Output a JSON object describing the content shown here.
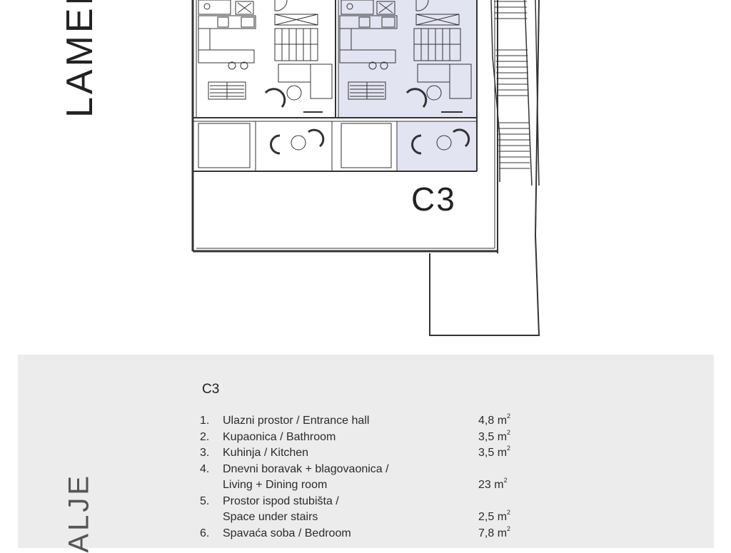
{
  "sheet": {
    "vertical_label_top": "LAMEL",
    "vertical_label_bottom": "ALJE",
    "plan_unit_label": "C3",
    "highlight_color": "#e3e4f2",
    "legend_background": "#ececec"
  },
  "legend": {
    "unit_title": "C3",
    "area_unit": "m",
    "area_superscript": "2",
    "rooms": [
      {
        "num": "1.",
        "lines": [
          "Ulazni prostor / Entrance hall"
        ],
        "area": "4,8"
      },
      {
        "num": "2.",
        "lines": [
          "Kupaonica / Bathroom"
        ],
        "area": "3,5"
      },
      {
        "num": "3.",
        "lines": [
          "Kuhinja / Kitchen"
        ],
        "area": "3,5"
      },
      {
        "num": "4.",
        "lines": [
          "Dnevni boravak + blagovaonica /",
          "Living + Dining room"
        ],
        "area": "23"
      },
      {
        "num": "5.",
        "lines": [
          "Prostor ispod stubišta /",
          "Space under stairs"
        ],
        "area": "2,5"
      },
      {
        "num": "6.",
        "lines": [
          "Spavaća soba / Bedroom"
        ],
        "area": "7,8"
      }
    ]
  }
}
